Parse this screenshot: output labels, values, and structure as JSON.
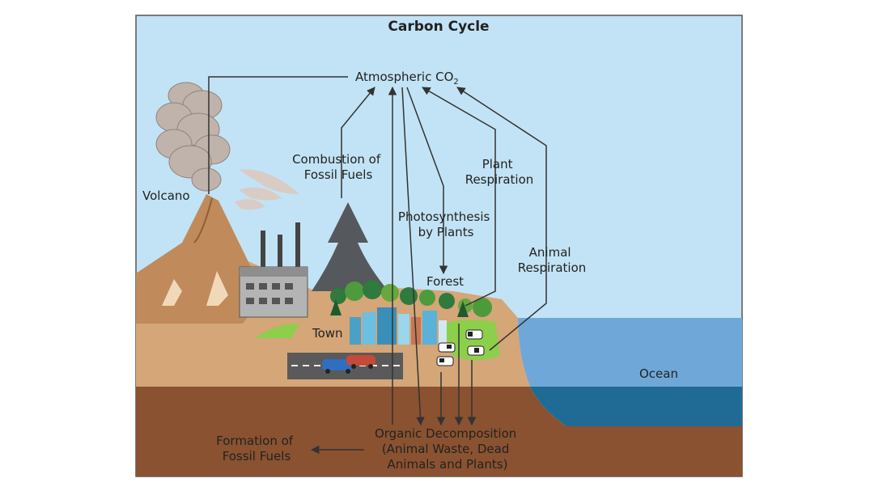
{
  "title": "Carbon Cycle",
  "labels": {
    "atmospheric": "Atmospheric CO",
    "atmospheric_sub": "2",
    "combustion_1": "Combustion of",
    "combustion_2": "Fossil Fuels",
    "plant_resp_1": "Plant",
    "plant_resp_2": "Respiration",
    "photo_1": "Photosynthesis",
    "photo_2": "by Plants",
    "animal_resp_1": "Animal",
    "animal_resp_2": "Respiration",
    "volcano": "Volcano",
    "forest": "Forest",
    "town": "Town",
    "ocean": "Ocean",
    "decomp_1": "Organic Decomposition",
    "decomp_2": "(Animal Waste, Dead",
    "decomp_3": "Animals and Plants)",
    "formation_1": "Formation of",
    "formation_2": "Fossil Fuels"
  },
  "colors": {
    "sky": "#c2e3f5",
    "land": "#d2a679",
    "underground": "#8a5230",
    "ocean": "#6fa8d8",
    "deep_ocean": "#1f6b96",
    "smoke": "#bfb3ab",
    "arrow": "#333333"
  }
}
